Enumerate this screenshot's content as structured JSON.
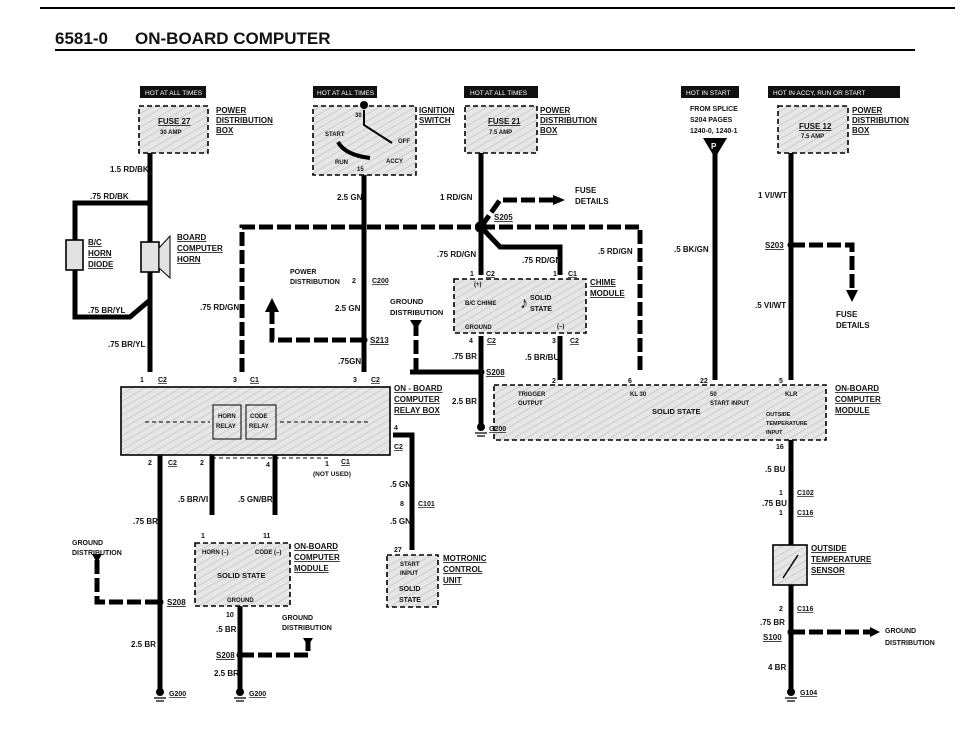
{
  "title": {
    "code": "6581-0",
    "name": "ON-BOARD COMPUTER"
  },
  "tags": {
    "t1": "HOT AT ALL TIMES",
    "t2": "HOT AT ALL TIMES",
    "t3": "HOT AT ALL TIMES",
    "t4": "HOT IN START",
    "t5": "HOT IN ACCY, RUN OR START"
  },
  "fuse27": {
    "name": "FUSE 27",
    "rating": "30 AMP",
    "l1": "POWER",
    "l2": "DISTRIBUTION",
    "l3": "BOX"
  },
  "ign": {
    "l1": "IGNITION",
    "l2": "SWITCH",
    "p30": "30",
    "start": "START",
    "off": "OFF",
    "run": "RUN",
    "accy": "ACCY",
    "p15": "15"
  },
  "fuse21": {
    "name": "FUSE 21",
    "rating": "7.5 AMP",
    "l1": "POWER",
    "l2": "DISTRIBUTION",
    "l3": "BOX"
  },
  "splice": {
    "l1": "FROM SPLICE",
    "l2": "S204 PAGES",
    "l3": "1240-0,  1240-1",
    "p": "P"
  },
  "fuse12": {
    "name": "FUSE 12",
    "rating": "7.5 AMP",
    "l1": "POWER",
    "l2": "DISTRIBUTION",
    "l3": "BOX"
  },
  "wires": {
    "w1": "1.5 RD/BK",
    "w2": ".75 RD/BK",
    "w3": ".75 BR/YL",
    "w4": ".75 BR/YL",
    "w5": ".75 RD/GN",
    "w6": "2.5 GN",
    "w7": "2.5 GN",
    "w8": ".75GN",
    "w9": "1 RD/GN",
    "w10": ".75 RD/GN",
    "w11": ".75 RD/GN",
    "w12": ".5 RD/GN",
    "w13": ".75 BR",
    "w14": ".5 BR/BU",
    "w15": "2.5 BR",
    "w16": ".5 BK/GN",
    "w17": "1 VI/WT",
    "w18": ".5 VI/WT",
    "w19": ".75 BR",
    "w20": ".5 BR/VI",
    "w21": ".5 GN/BR",
    "w22": "2.5 BR",
    "w23": ".5 BR",
    "w24": "2.5 BR",
    "w25": ".5 GN",
    "w26": ".5 GN",
    "w27": ".5 BU",
    "w28": ".75 BU",
    "w29": ".75 BR",
    "w30": "4 BR"
  },
  "horn": {
    "d1": "B/C",
    "d2": "HORN",
    "d3": "DIODE",
    "h1": "BOARD",
    "h2": "COMPUTER",
    "h3": "HORN"
  },
  "fuse_details": {
    "a1": "FUSE",
    "a2": "DETAILS",
    "b1": "FUSE",
    "b2": "DETAILS"
  },
  "s205": "S205",
  "s203": "S203",
  "s213": "S213",
  "s208a": "S208",
  "s208b": "S208",
  "s208c": "S208",
  "s100": "S100",
  "pdist": {
    "l1": "POWER",
    "l2": "DISTRIBUTION"
  },
  "gdist": {
    "a1": "GROUND",
    "a2": "DISTRIBUTION",
    "b1": "GROUND",
    "b2": "DISTRIBUTION",
    "c1": "GROUND",
    "c2": "DISTRIBUTION",
    "d1": "GROUND",
    "d2": "DISTRIBUTION"
  },
  "c200": {
    "pin": "2",
    "name": "C200"
  },
  "chime": {
    "l1": "CHIME",
    "l2": "MODULE",
    "plus": "(+)",
    "bc": "B/C CHIME",
    "ss1": "SOLID",
    "ss2": "STATE",
    "gnd": "GROUND",
    "minus": "(–)",
    "p1": "1",
    "c2a": "C2",
    "p1b": "1",
    "c1": "C1",
    "p4": "4",
    "c2b": "C2",
    "p3": "3",
    "c2c": "C2"
  },
  "relay": {
    "l1": "ON - BOARD",
    "l2": "COMPUTER",
    "l3": "RELAY BOX",
    "horn": "HORN",
    "relay1": "RELAY",
    "code": "CODE",
    "relay2": "RELAY",
    "t1p": "1",
    "t1c": "C2",
    "t2p": "3",
    "t2c": "C1",
    "t3p": "3",
    "t3c": "C2",
    "p4": "4",
    "c2r": "C2",
    "b1p": "2",
    "b1c": "C2",
    "b2p": "2",
    "b3p": "4",
    "b4p": "1",
    "b4c": "C1",
    "notused": "(NOT USED)"
  },
  "module": {
    "l1": "ON-BOARD",
    "l2": "COMPUTER",
    "l3": "MODULE",
    "trig1": "TRIGGER",
    "trig2": "OUTPUT",
    "kl30": "KL 30",
    "p50": "50",
    "start": "START INPUT",
    "ss": "SOLID STATE",
    "klr": "KLR",
    "ot1": "OUTSIDE",
    "ot2": "TEMPERATURE",
    "ot3": "INPUT",
    "p2": "2",
    "p6": "6",
    "p22": "22",
    "p5": "5",
    "p16": "16"
  },
  "module2": {
    "l1": "ON-BOARD",
    "l2": "COMPUTER",
    "l3": "MODULE",
    "horn": "HORN (–)",
    "code": "CODE (–)",
    "ss": "SOLID STATE",
    "gnd": "GROUND",
    "p1": "1",
    "p11": "11",
    "p10": "10"
  },
  "motronic": {
    "l1": "MOTRONIC",
    "l2": "CONTROL",
    "l3": "UNIT",
    "si1": "START",
    "si2": "INPUT",
    "ss1": "SOLID",
    "ss2": "STATE",
    "p27": "27",
    "p8": "8",
    "c101": "C101"
  },
  "sensor": {
    "l1": "OUTSIDE",
    "l2": "TEMPERATURE",
    "l3": "SENSOR",
    "c102p": "1",
    "c102": "C102",
    "c116p": "1",
    "c116": "C116",
    "c116bp": "2",
    "c116b": "C116"
  },
  "grounds": {
    "g1": "G200",
    "g2": "G200",
    "g3": "G200",
    "g4": "G104"
  }
}
